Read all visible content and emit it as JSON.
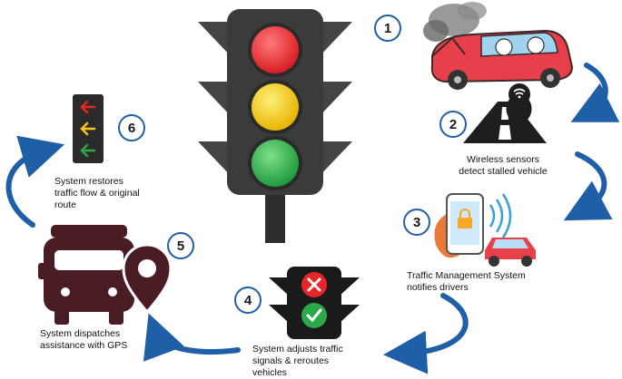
{
  "steps": [
    {
      "number": "1",
      "label": ""
    },
    {
      "number": "2",
      "label": "Wireless sensors\ndetect stalled vehicle"
    },
    {
      "number": "3",
      "label": "Traffic Management System\nnotifies drivers"
    },
    {
      "number": "4",
      "label": "System adjusts traffic\nsignals & reroutes\nvehicles"
    },
    {
      "number": "5",
      "label": "System dispatches\nassistance with GPS"
    },
    {
      "number": "6",
      "label": "System restores\ntraffic flow & original\nroute"
    }
  ],
  "colors": {
    "arrow": "#1f5fa8",
    "signal_red": "#e8262a",
    "signal_yellow": "#f5c518",
    "signal_green": "#2aa84a",
    "housing": "#3b3b3b",
    "truck": "#4a1c24",
    "car": "#e8404a"
  },
  "icons": [
    "traffic-light-icon",
    "broken-down-car-icon",
    "road-sensor-icon",
    "phone-notification-icon",
    "signal-cross-check-icon",
    "tow-truck-gps-icon",
    "arrow-signal-icon",
    "cycle-arrow-icon"
  ]
}
